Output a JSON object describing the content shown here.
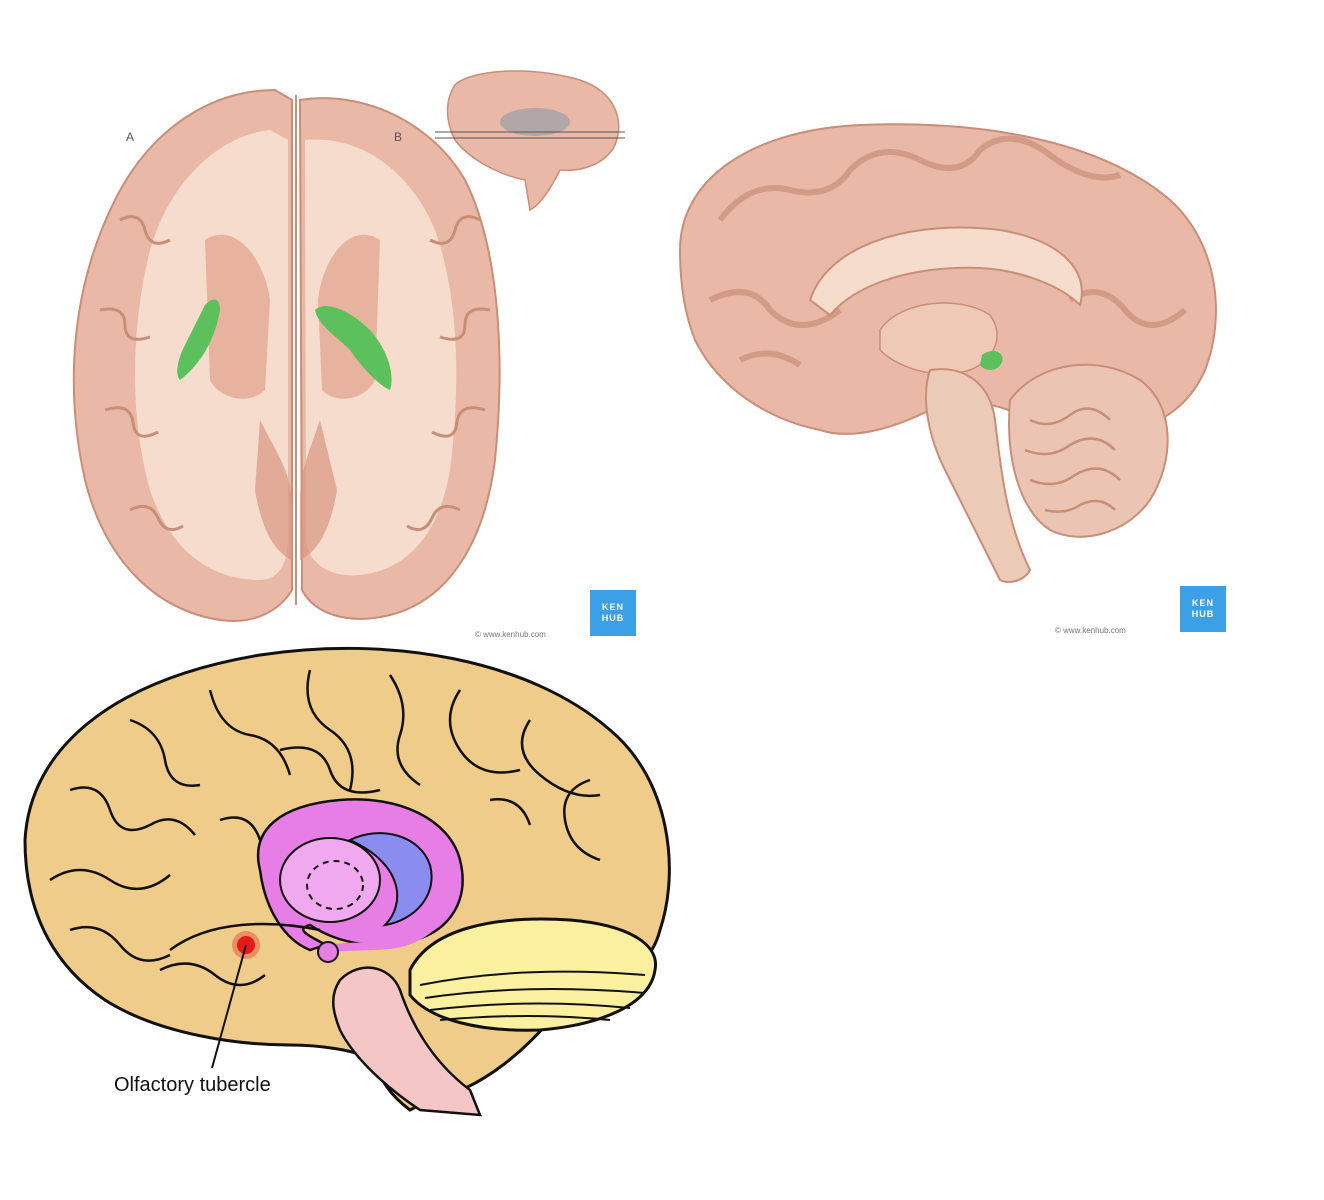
{
  "figure_axial": {
    "panel_labels": [
      "A",
      "B"
    ],
    "copyright": "© www.kenhub.com",
    "logo": [
      "KEN",
      "HUB"
    ]
  },
  "figure_sagittal": {
    "copyright": "© www.kenhub.com",
    "logo": [
      "KEN",
      "HUB"
    ]
  },
  "figure_lateral": {
    "callout": "Olfactory tubercle"
  },
  "colors": {
    "cortex": "#e9b8a6",
    "white_matter": "#f6dccd",
    "sulcus_line": "#b9735e",
    "highlight_green": "#5cc15c",
    "kenhub_blue": "#3ba0e6",
    "lateral_brain": "#f0cc8a",
    "cerebellum_yellow": "#fbf0a0",
    "brainstem_pink": "#f5c6c6",
    "striatum_magenta": "#e77ee6",
    "striatum_light": "#f0a8ee",
    "lentiform_blue": "#8a8cf0",
    "tubercle_red": "#e41a1a"
  }
}
